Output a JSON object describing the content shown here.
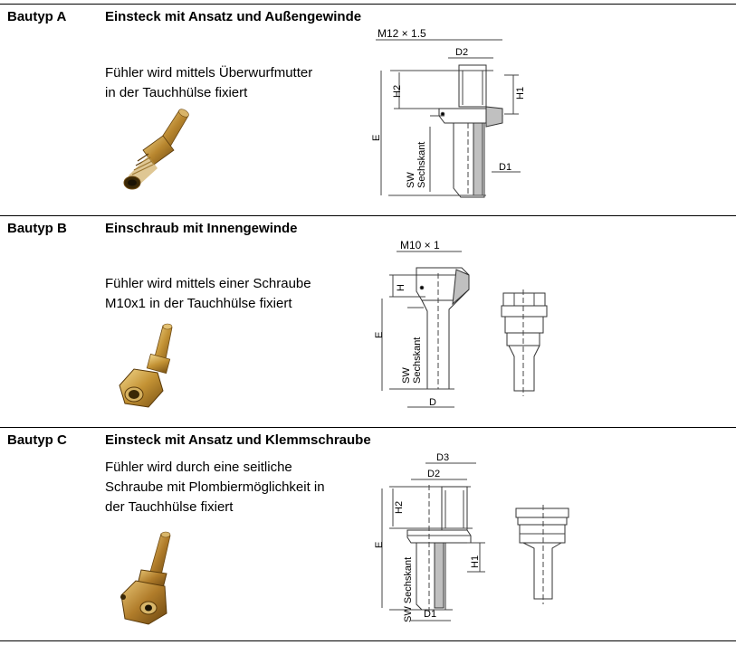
{
  "sections": [
    {
      "type": "Bautyp A",
      "title": "Einsteck mit Ansatz und Außengewinde",
      "description": [
        "Fühler wird mittels Überwurfmutter",
        "in der Tauchhülse fixiert"
      ],
      "labels": {
        "thread": "M12 × 1.5",
        "d2": "D2",
        "h2": "H2",
        "h1": "H1",
        "e": "E",
        "sw": "SW",
        "hex": "Sechskant",
        "d1": "D1"
      }
    },
    {
      "type": "Bautyp B",
      "title": "Einschraub mit Innengewinde",
      "description": [
        "Fühler wird mittels einer Schraube",
        "M10x1 in der Tauchhülse fixiert"
      ],
      "labels": {
        "thread": "M10 × 1",
        "h": "H",
        "e": "E",
        "sw": "SW",
        "hex": "Sechskant",
        "d": "D"
      }
    },
    {
      "type": "Bautyp C",
      "title": "Einsteck mit Ansatz und Klemmschraube",
      "description": [
        "Fühler wird durch eine seitliche",
        "Schraube mit Plombiermöglichkeit in",
        "der Tauchhülse fixiert"
      ],
      "labels": {
        "d3": "D3",
        "d2": "D2",
        "h2": "H2",
        "e": "E",
        "h1": "H1",
        "swhex": "SW Sechskant",
        "d1": "D1"
      }
    }
  ]
}
